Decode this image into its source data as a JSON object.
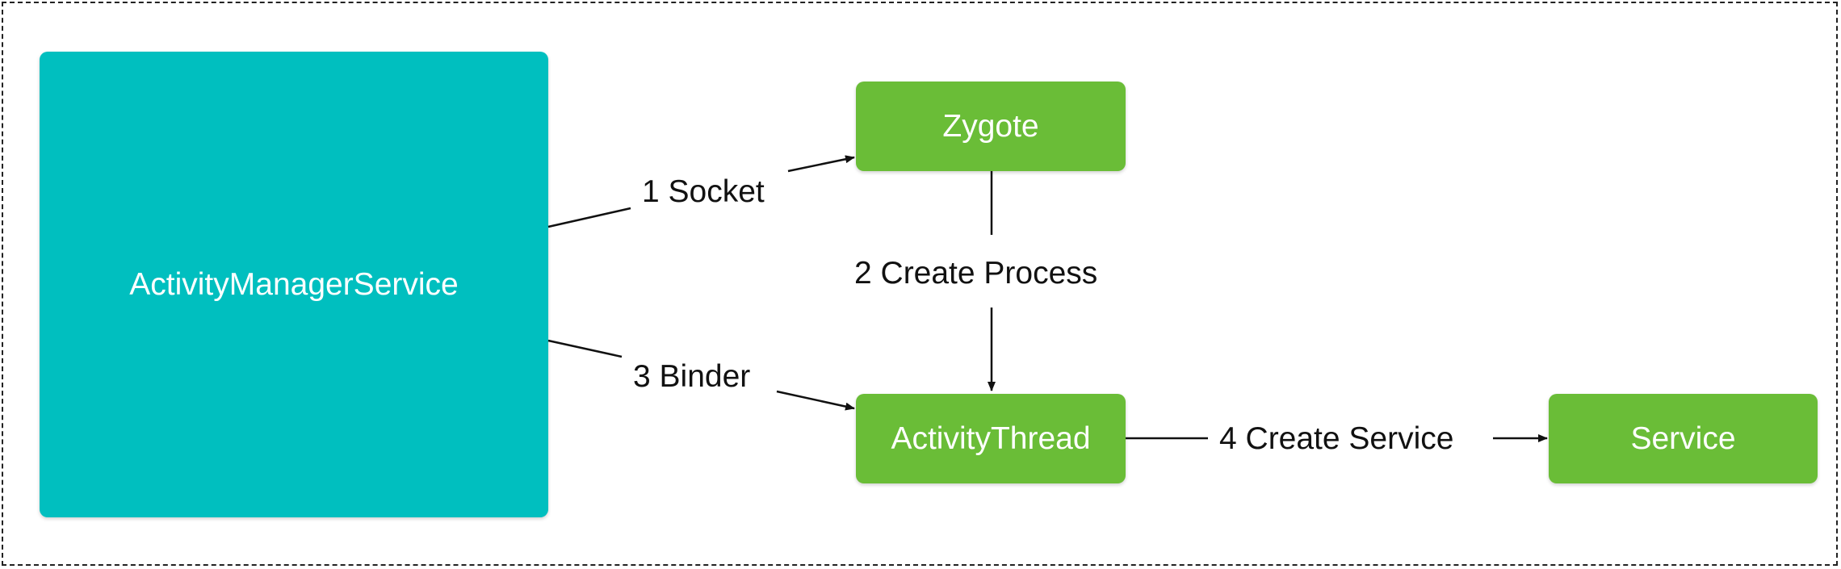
{
  "diagram": {
    "nodes": {
      "ams": {
        "label": "ActivityManagerService",
        "color": "#00bfbf"
      },
      "zygote": {
        "label": "Zygote",
        "color": "#6abd37"
      },
      "thread": {
        "label": "ActivityThread",
        "color": "#6abd37"
      },
      "service": {
        "label": "Service",
        "color": "#6abd37"
      }
    },
    "edges": {
      "socket": {
        "label": "1 Socket",
        "from": "ActivityManagerService",
        "to": "Zygote"
      },
      "process": {
        "label": "2 Create Process",
        "from": "Zygote",
        "to": "ActivityThread"
      },
      "binder": {
        "label": "3 Binder",
        "from": "ActivityManagerService",
        "to": "ActivityThread"
      },
      "create_service": {
        "label": "4 Create Service",
        "from": "ActivityThread",
        "to": "Service"
      }
    },
    "frame_style": "dashed"
  }
}
